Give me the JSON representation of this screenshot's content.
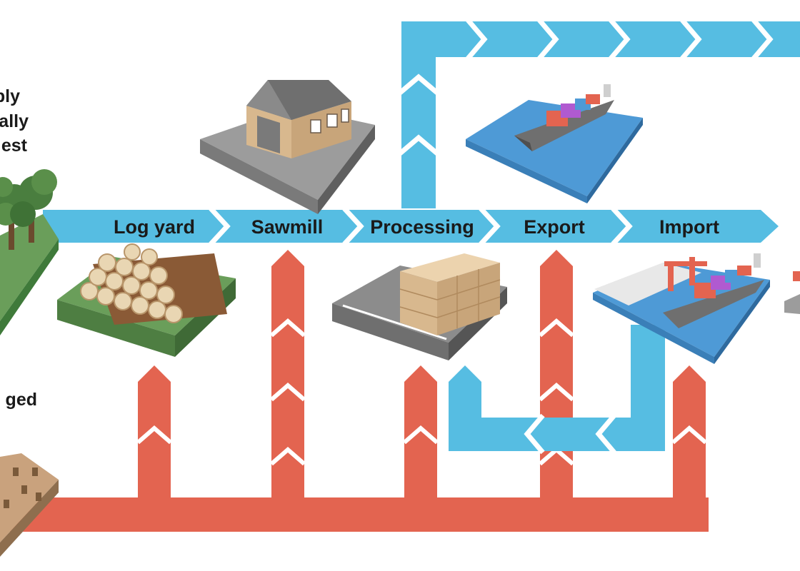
{
  "diagram": {
    "stages": [
      {
        "label": "Log yard"
      },
      {
        "label": "Sawmill"
      },
      {
        "label": "Processing"
      },
      {
        "label": "Export"
      },
      {
        "label": "Import"
      }
    ],
    "left_labels": {
      "top": [
        "ply",
        "ally",
        "est"
      ],
      "bottom": [
        "ged"
      ]
    },
    "colors": {
      "legal_flow": "#56bde2",
      "illegal_flow": "#e36450",
      "grass": "#6a9e5a",
      "ground_gray": "#8c8c8c",
      "water": "#4e9ad6",
      "wood": "#d8b88e",
      "text": "#1a1a1a"
    },
    "icons": [
      "forest-icon",
      "cleared-forest-icon",
      "log-pile-icon",
      "sawmill-building-icon",
      "lumber-stack-icon",
      "cargo-ship-icon",
      "port-crane-icon"
    ]
  }
}
